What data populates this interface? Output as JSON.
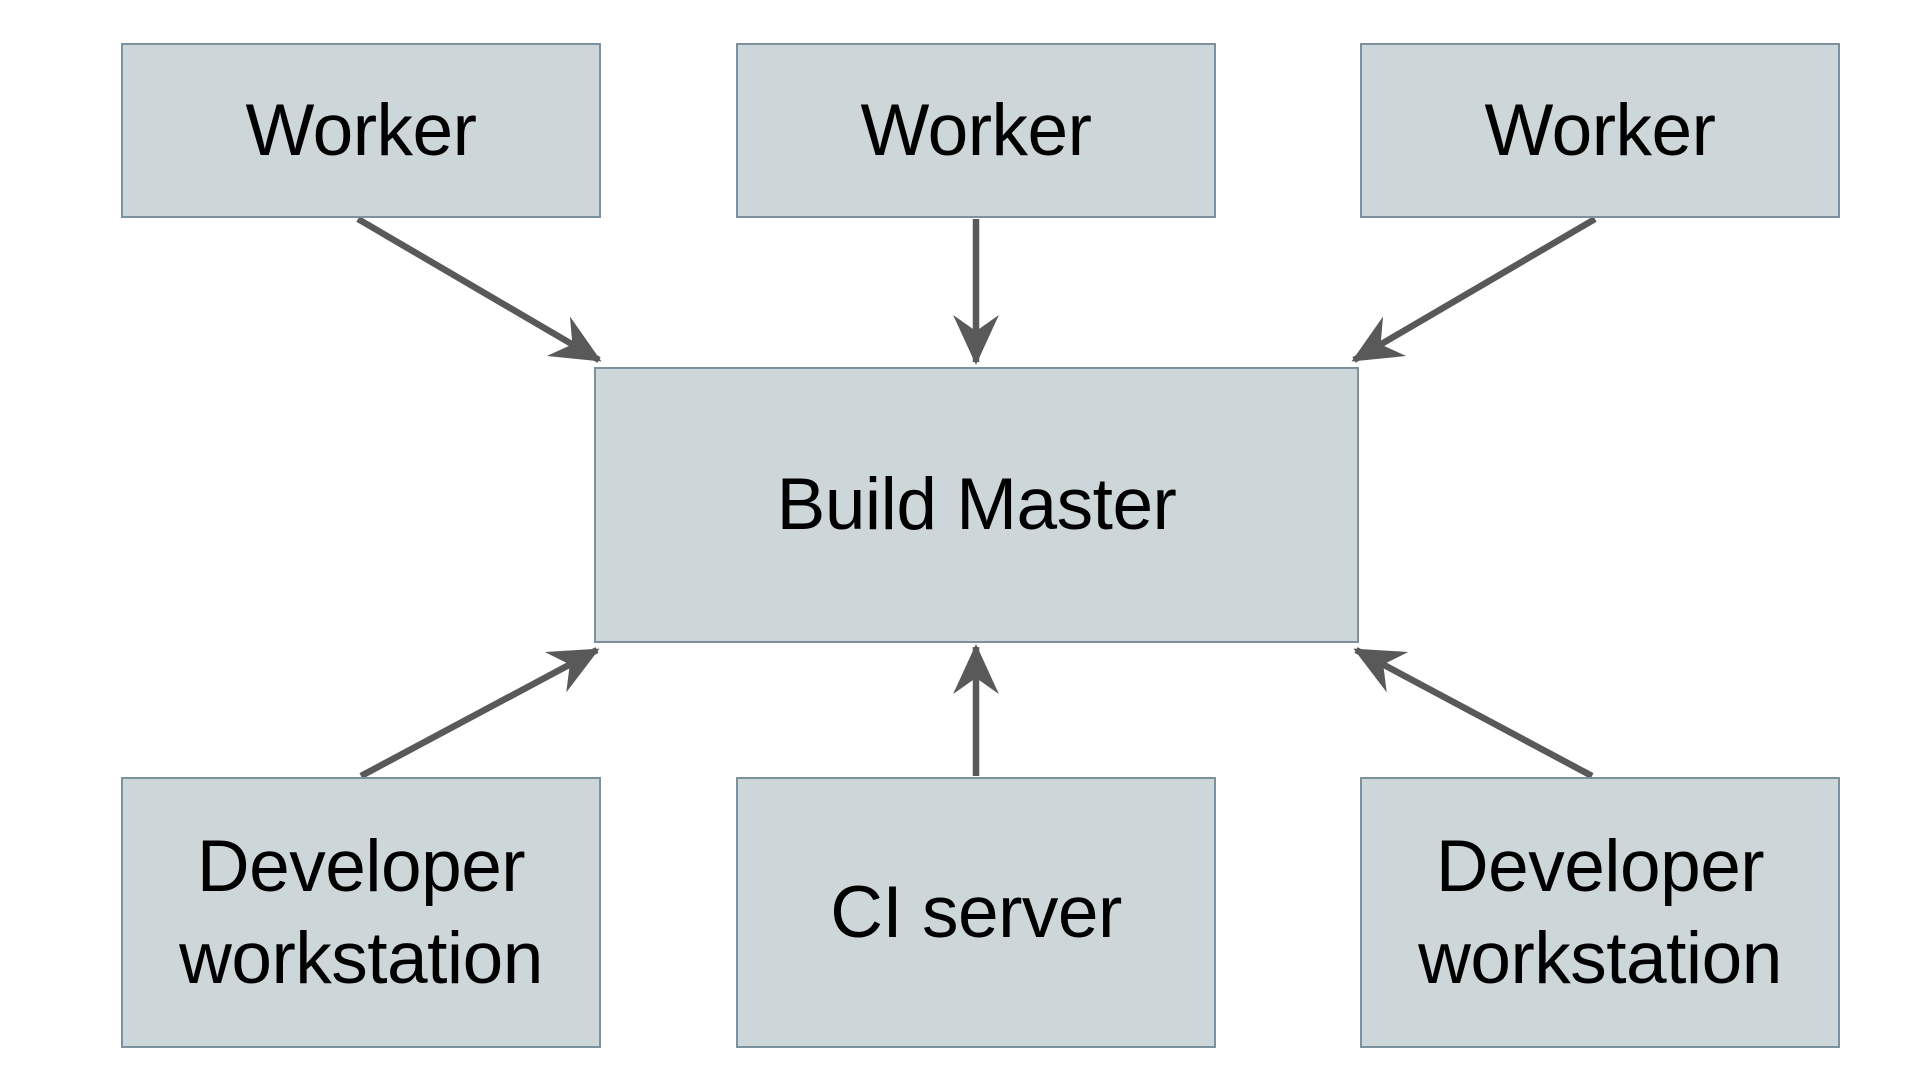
{
  "diagram": {
    "description": "Distributed build system architecture diagram",
    "nodes": {
      "worker_1": {
        "label": "Worker"
      },
      "worker_2": {
        "label": "Worker"
      },
      "worker_3": {
        "label": "Worker"
      },
      "build_master": {
        "label": "Build Master"
      },
      "developer_workstation_1": {
        "label": "Developer workstation"
      },
      "ci_server": {
        "label": "CI server"
      },
      "developer_workstation_2": {
        "label": "Developer workstation"
      }
    },
    "edges": [
      {
        "from": "worker_1",
        "to": "build_master"
      },
      {
        "from": "worker_2",
        "to": "build_master"
      },
      {
        "from": "worker_3",
        "to": "build_master"
      },
      {
        "from": "developer_workstation_1",
        "to": "build_master"
      },
      {
        "from": "ci_server",
        "to": "build_master"
      },
      {
        "from": "developer_workstation_2",
        "to": "build_master"
      }
    ],
    "colors": {
      "background": "#ffffff",
      "node_fill": "#cdd6d9",
      "node_border": "#7b929e",
      "arrow": "#595959",
      "text": "#000000"
    }
  }
}
